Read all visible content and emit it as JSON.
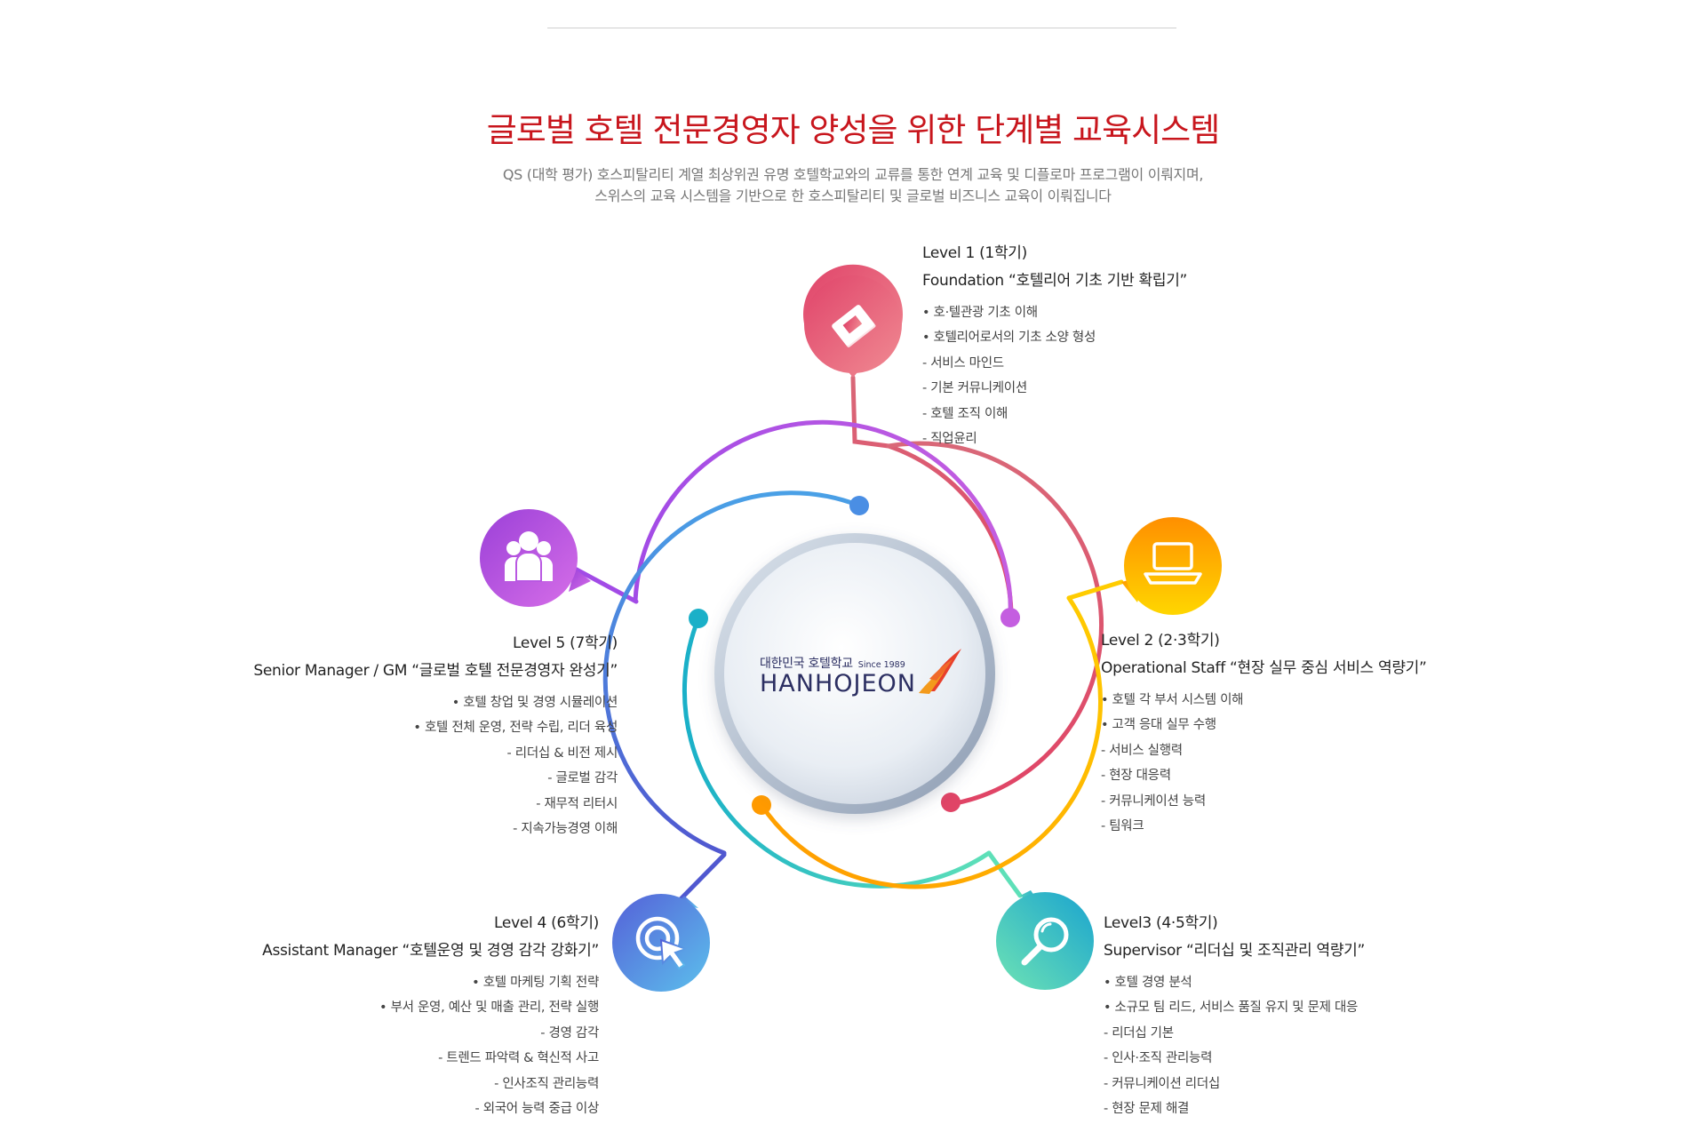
{
  "header": {
    "title": "글로벌 호텔 전문경영자 양성을 위한 단계별 교육시스템",
    "subtitle_line1": "QS (대학 평가) 호스피탈리티 계열 최상위권 유명 호텔학교와의 교류를 통한 연계 교육 및 디플로마 프로그램이 이뤄지며,",
    "subtitle_line2": "스위스의 교육 시스템을 기반으로 한 호스피탈리티 및 글로벌 비즈니스 교육이 이뤄집니다"
  },
  "logo": {
    "korean": "대한민국 호텔학교",
    "since": "Since 1989",
    "brand": "HANHOJEON",
    "colors": {
      "navy": "#2c2f62",
      "flame_red": "#e8402c",
      "flame_orange": "#f39a1c"
    }
  },
  "levels": [
    {
      "id": "level1",
      "icon": "book-icon",
      "heading": "Level 1 (1학기)",
      "title": "Foundation “호텔리어 기초 기반 확립기”",
      "items": [
        "• 호·텔관광 기초 이해",
        "• 호텔리어로서의 기초 소양 형성",
        "- 서비스 마인드",
        "- 기본 커뮤니케이션",
        "- 호텔 조직 이해",
        "- 직업윤리"
      ],
      "colors": [
        "#e0446a",
        "#f08a92"
      ]
    },
    {
      "id": "level2",
      "icon": "laptop-icon",
      "heading": "Level 2 (2·3학기)",
      "title": "Operational Staff “현장 실무 중심 서비스 역량기”",
      "items": [
        "• 호텔 각 부서 시스템 이해",
        "• 고객 응대 실무 수행",
        "- 서비스 실행력",
        "- 현장 대응력",
        "- 커뮤니케이션 능력",
        "- 팀워크"
      ],
      "colors": [
        "#ff8f00",
        "#ffd600"
      ]
    },
    {
      "id": "level3",
      "icon": "magnifier-icon",
      "heading": "Level3 (4·5학기)",
      "title": "Supervisor “리더십 및 조직관리 역량기”",
      "items": [
        "• 호텔 경영 분석",
        "• 소규모 팀 리드, 서비스 품질 유지 및 문제 대응",
        "- 리더십 기본",
        "- 인사·조직 관리능력",
        "- 커뮤니케이션 리더십",
        "- 현장 문제 해결"
      ],
      "colors": [
        "#6ee3b4",
        "#1aa4cf"
      ]
    },
    {
      "id": "level4",
      "icon": "target-cursor-icon",
      "heading": "Level 4 (6학기)",
      "title": "Assistant Manager  “호텔운영 및 경영 감각 강화기”",
      "items": [
        "• 호텔 마케팅 기획 전략",
        "• 부서 운영, 예산 및 매출 관리, 전략 실행",
        "- 경영 감각",
        "- 트렌드 파악력 & 혁신적 사고",
        "- 인사조직 관리능력",
        "- 외국어 능력 중급 이상"
      ],
      "colors": [
        "#5560d8",
        "#5cc0ec"
      ]
    },
    {
      "id": "level5",
      "icon": "people-icon",
      "heading": "Level 5 (7학기)",
      "title": "Senior Manager / GM “글로벌 호텔 전문경영자 완성기”",
      "items": [
        "• 호텔 창업 및 경영 시뮬레이션",
        "• 호텔 전체 운영, 전략 수립, 리더 육성",
        "- 리더십 & 비전 제시",
        "- 글로벌 감각",
        "- 재무적 리터시",
        "- 지속가능경영 이해"
      ],
      "colors": [
        "#9b40d8",
        "#d66ee8"
      ]
    }
  ]
}
